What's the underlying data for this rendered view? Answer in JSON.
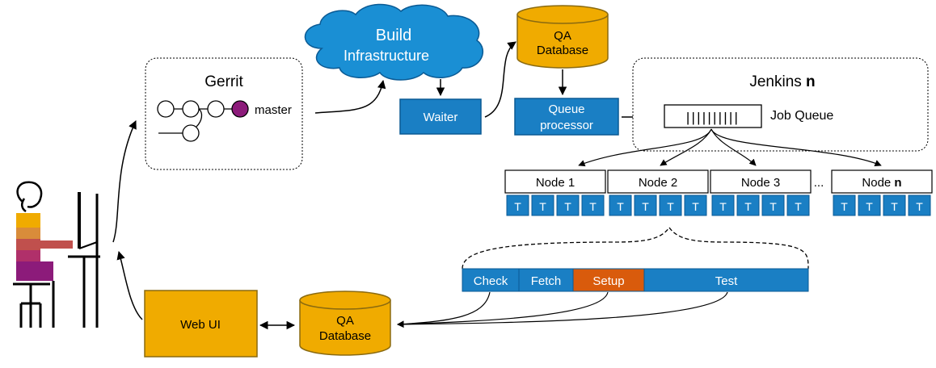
{
  "cloud": {
    "line1": "Build",
    "line2": "Infrastructure"
  },
  "qa_db_top": {
    "line1": "QA",
    "line2": "Database"
  },
  "qa_db_bottom": {
    "line1": "QA",
    "line2": "Database"
  },
  "gerrit": {
    "title": "Gerrit",
    "branch": "master"
  },
  "waiter": {
    "label": "Waiter"
  },
  "queue_processor": {
    "line1": "Queue",
    "line2": "processor"
  },
  "jenkins": {
    "title": "Jenkins",
    "title_n": "n",
    "job_queue_label": "Job Queue",
    "queue_bars": "||||||||||"
  },
  "nodes": [
    {
      "label": "Node 1",
      "label_n": "",
      "slots": [
        "T",
        "T",
        "T",
        "T"
      ]
    },
    {
      "label": "Node 2",
      "label_n": "",
      "slots": [
        "T",
        "T",
        "T",
        "T"
      ]
    },
    {
      "label": "Node 3",
      "label_n": "",
      "slots": [
        "T",
        "T",
        "T",
        "T"
      ]
    },
    {
      "label": "Node ",
      "label_n": "n",
      "slots": [
        "T",
        "T",
        "T",
        "T"
      ]
    }
  ],
  "ellipsis": "...",
  "stages": [
    {
      "label": "Check",
      "color": "#1a7fc4"
    },
    {
      "label": "Fetch",
      "color": "#1a7fc4"
    },
    {
      "label": "Setup",
      "color": "#d95b0c"
    },
    {
      "label": "Test",
      "color": "#1a7fc4"
    }
  ],
  "web_ui": {
    "label": "Web UI"
  },
  "colors": {
    "blue": "#1a7fc4",
    "blue_border": "#0a5a94",
    "gold": "#f0ab00",
    "gold_border": "#8a6a10",
    "orange": "#d95b0c",
    "purple": "#8c1b7a",
    "cloud": "#1a8fd4"
  }
}
